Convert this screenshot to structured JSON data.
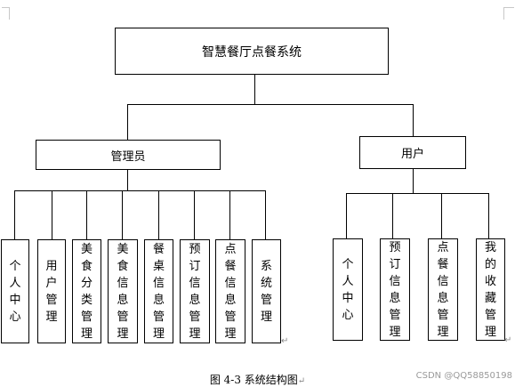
{
  "diagram": {
    "root": {
      "label": "智慧餐厅点餐系统"
    },
    "groups": [
      {
        "label": "管理员",
        "children": [
          "个人中心",
          "用户管理",
          "美食分类管理",
          "美食信息管理",
          "餐桌信息管理",
          "预订信息管理",
          "点餐信息管理",
          "系统管理"
        ]
      },
      {
        "label": "用户",
        "children": [
          "个人中心",
          "预订信息管理",
          "点餐信息管理",
          "我的收藏管理"
        ]
      }
    ]
  },
  "caption": "图 4-3  系统结构图",
  "paragraph_mark": "↵",
  "watermark": "CSDN @QQ58850198"
}
